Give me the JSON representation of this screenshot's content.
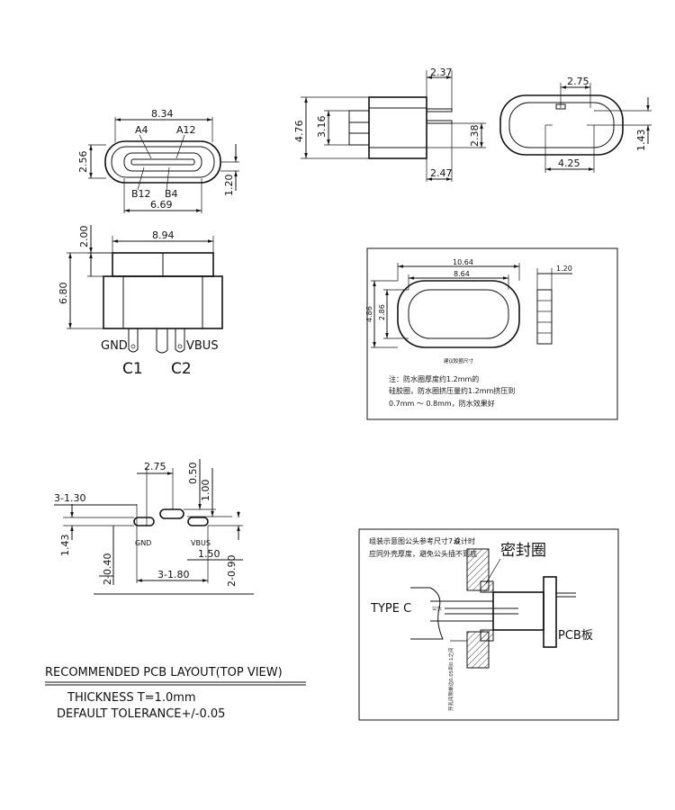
{
  "front_view": {
    "width_outer": "8.34",
    "pin_top_left": "A4",
    "pin_top_right": "A12",
    "height": "2.56",
    "pin_bottom_left": "B12",
    "pin_bottom_right": "B4",
    "width_inner": "6.69",
    "flange": "1.20"
  },
  "side_view": {
    "height_total": "4.76",
    "height_body": "3.16",
    "pin_length_top": "2.37",
    "pin_height": "2.38",
    "pin_length_bottom": "2.47"
  },
  "top_view": {
    "slot_spacing": "2.75",
    "slot_height": "1.43",
    "slot_width": "4.25"
  },
  "body_view": {
    "top_offset": "2.00",
    "width": "8.94",
    "height": "6.80",
    "gnd_label": "GND",
    "vbus_label": "VBUS",
    "c1_label": "C1",
    "c2_label": "C2"
  },
  "gasket": {
    "outer_width": "10.64",
    "inner_width": "8.64",
    "thickness": "1.20",
    "outer_height": "4.86",
    "inner_height": "2.86",
    "caption": "建议胶圈尺寸",
    "note1": "注：防水圈厚度约1.2mm的",
    "note2": "硅胶圈，防水圈挤压量约1.2mm挤压到",
    "note3": "0.7mm ～ 0.8mm，防水效果好"
  },
  "pcb_layout": {
    "spacing_top": "2.75",
    "slot_count_left": "3-1.30",
    "pad_width": "0.50",
    "pad_height": "1.00",
    "total_height": "1.43",
    "gnd_label": "GND",
    "vbus_label": "VBUS",
    "slot_vbus": "1.50",
    "slot_gnd": "2-0.40",
    "slot_bottom": "3-1.80",
    "slot_right": "2-0.90"
  },
  "assembly": {
    "header1": "组装示意图",
    "header2": "公头参考尺寸7.0",
    "header3": "设计时",
    "header4": "应同外壳厚度，避免公头插不到底",
    "seal_label": "密封圈",
    "type_c_label": "TYPE C",
    "male_label": "公头",
    "pcb_label": "PCB板",
    "gap_note": "开孔间隙单边0.05到0.1之间"
  },
  "notes": {
    "title": "RECOMMENDED PCB LAYOUT(TOP VIEW)",
    "thickness": "THICKNESS T=1.0mm",
    "tolerance": "DEFAULT TOLERANCE+/-0.05"
  }
}
